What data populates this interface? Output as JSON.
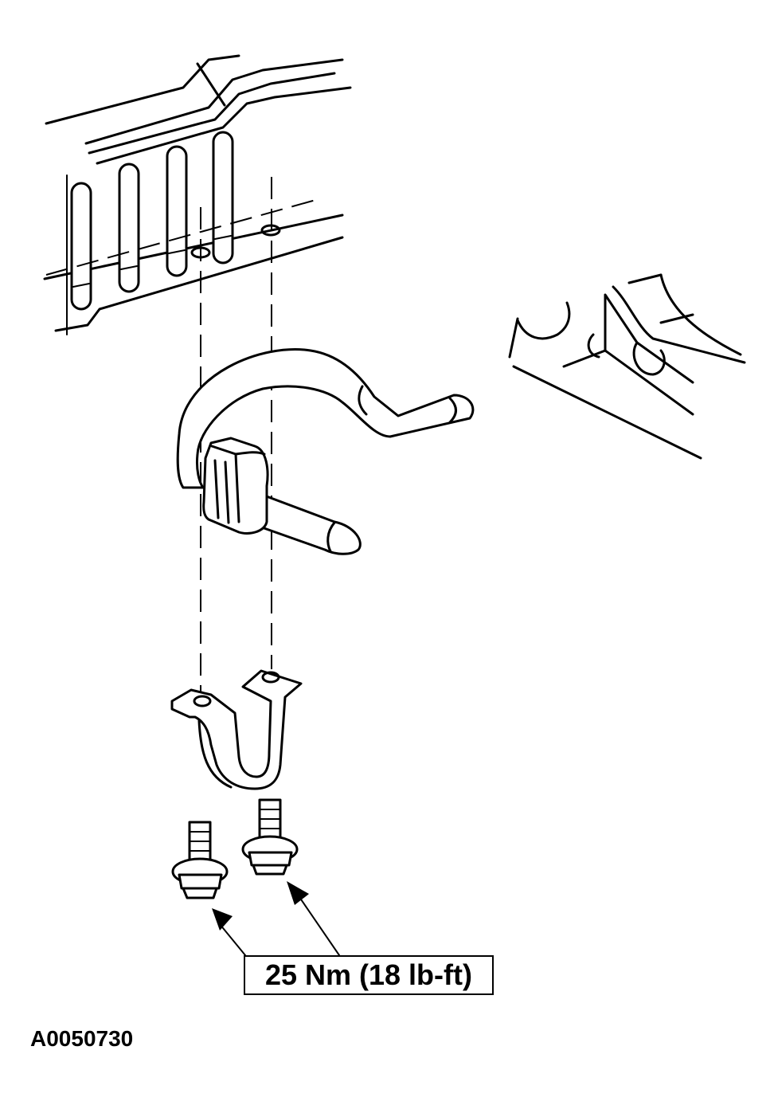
{
  "callout": {
    "torque_label": "25 Nm (18 lb-ft)"
  },
  "figure": {
    "id": "A0050730"
  },
  "icons": {
    "frame": "vehicle-frame-crossmember",
    "bar": "stabilizer-bar",
    "bushing": "stabilizer-bar-bushing",
    "bracket": "bushing-bracket",
    "bolt": "flange-bolt",
    "arrow": "leader-arrow"
  }
}
